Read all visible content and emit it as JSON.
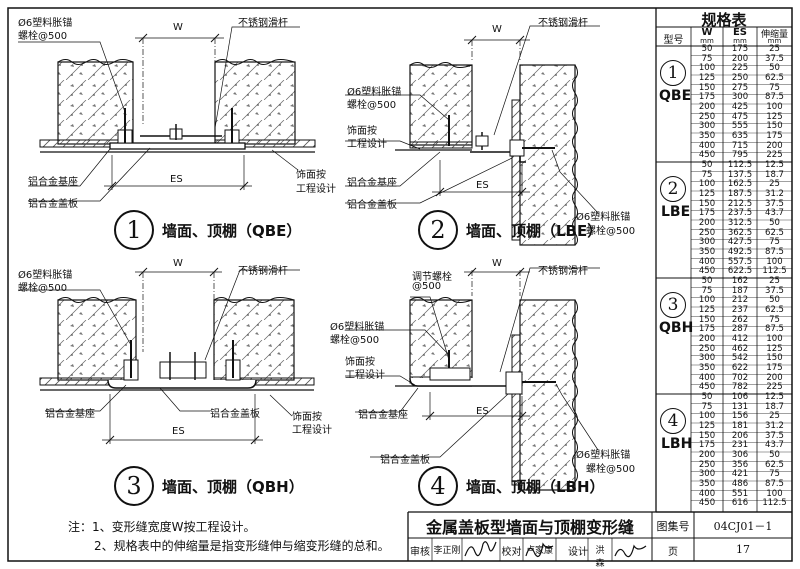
{
  "table": {
    "title": "规格表",
    "headers": {
      "type": "型号",
      "w": "W",
      "w_unit": "mm",
      "es": "ES",
      "es_unit": "mm",
      "stretch": "伸缩量",
      "stretch_unit": "mm"
    },
    "groups": [
      {
        "num": "1",
        "code": "QBE",
        "rows": [
          [
            "50",
            "175",
            "25"
          ],
          [
            "75",
            "200",
            "37.5"
          ],
          [
            "100",
            "225",
            "50"
          ],
          [
            "125",
            "250",
            "62.5"
          ],
          [
            "150",
            "275",
            "75"
          ],
          [
            "175",
            "300",
            "87.5"
          ],
          [
            "200",
            "425",
            "100"
          ],
          [
            "250",
            "475",
            "125"
          ],
          [
            "300",
            "555",
            "150"
          ],
          [
            "350",
            "635",
            "175"
          ],
          [
            "400",
            "715",
            "200"
          ],
          [
            "450",
            "795",
            "225"
          ]
        ]
      },
      {
        "num": "2",
        "code": "LBE",
        "rows": [
          [
            "50",
            "112.5",
            "12.5"
          ],
          [
            "75",
            "137.5",
            "18.7"
          ],
          [
            "100",
            "162.5",
            "25"
          ],
          [
            "125",
            "187.5",
            "31.2"
          ],
          [
            "150",
            "212.5",
            "37.5"
          ],
          [
            "175",
            "237.5",
            "43.7"
          ],
          [
            "200",
            "312.5",
            "50"
          ],
          [
            "250",
            "362.5",
            "62.5"
          ],
          [
            "300",
            "427.5",
            "75"
          ],
          [
            "350",
            "492.5",
            "87.5"
          ],
          [
            "400",
            "557.5",
            "100"
          ],
          [
            "450",
            "622.5",
            "112.5"
          ]
        ]
      },
      {
        "num": "3",
        "code": "QBH",
        "rows": [
          [
            "50",
            "162",
            "25"
          ],
          [
            "75",
            "187",
            "37.5"
          ],
          [
            "100",
            "212",
            "50"
          ],
          [
            "125",
            "237",
            "62.5"
          ],
          [
            "150",
            "262",
            "75"
          ],
          [
            "175",
            "287",
            "87.5"
          ],
          [
            "200",
            "412",
            "100"
          ],
          [
            "250",
            "462",
            "125"
          ],
          [
            "300",
            "542",
            "150"
          ],
          [
            "350",
            "622",
            "175"
          ],
          [
            "400",
            "702",
            "200"
          ],
          [
            "450",
            "782",
            "225"
          ]
        ]
      },
      {
        "num": "4",
        "code": "LBH",
        "rows": [
          [
            "50",
            "106",
            "12.5"
          ],
          [
            "75",
            "131",
            "18.7"
          ],
          [
            "100",
            "156",
            "25"
          ],
          [
            "125",
            "181",
            "31.2"
          ],
          [
            "150",
            "206",
            "37.5"
          ],
          [
            "175",
            "231",
            "43.7"
          ],
          [
            "200",
            "306",
            "50"
          ],
          [
            "250",
            "356",
            "62.5"
          ],
          [
            "300",
            "421",
            "75"
          ],
          [
            "350",
            "486",
            "87.5"
          ],
          [
            "400",
            "551",
            "100"
          ],
          [
            "450",
            "616",
            "112.5"
          ]
        ]
      }
    ]
  },
  "panels": [
    {
      "num": "1",
      "title": "墙面、顶棚（QBE）"
    },
    {
      "num": "2",
      "title": "墙面、顶棚（LBE）"
    },
    {
      "num": "3",
      "title": "墙面、顶棚（QBH）"
    },
    {
      "num": "4",
      "title": "墙面、顶棚（LBH）"
    }
  ],
  "labels": {
    "p1_anchor_1": "Ø6塑料胀锚",
    "p1_anchor_2": "螺栓@500",
    "p1_w": "W",
    "p1_rod": "不锈钢滑杆",
    "p1_base": "铝合金基座",
    "p1_cover": "铝合金盖板",
    "p1_es": "ES",
    "p1_finish_1": "饰面按",
    "p1_finish_2": "工程设计",
    "p2_w": "W",
    "p2_rod": "不锈钢滑杆",
    "p2_anchor_1": "Ø6塑料胀锚",
    "p2_anchor_2": "螺栓@500",
    "p2_finish_1": "饰面按",
    "p2_finish_2": "工程设计",
    "p2_base": "铝合金基座",
    "p2_es": "ES",
    "p2_cover": "铝合金盖板",
    "p2_anchor2_1": "Ø6塑料胀锚",
    "p2_anchor2_2": "螺栓@500",
    "p3_anchor_1": "Ø6塑料胀锚",
    "p3_anchor_2": "螺栓@500",
    "p3_w": "W",
    "p3_rod": "不锈钢滑杆",
    "p3_base": "铝合金基座",
    "p3_cover": "铝合金盖板",
    "p3_finish_1": "饰面按",
    "p3_finish_2": "工程设计",
    "p3_es": "ES",
    "p4_adj_1": "调节螺栓",
    "p4_adj_2": "@500",
    "p4_w": "W",
    "p4_rod": "不锈钢滑杆",
    "p4_anchor_1": "Ø6塑料胀锚",
    "p4_anchor_2": "螺栓@500",
    "p4_finish_1": "饰面按",
    "p4_finish_2": "工程设计",
    "p4_base": "铝合金基座",
    "p4_es": "ES",
    "p4_cover": "铝合金盖板",
    "p4_anchor2_1": "Ø6塑料胀锚",
    "p4_anchor2_2": "螺栓@500"
  },
  "notes": {
    "line1": "注：1、变形缝宽度W按工程设计。",
    "line2": "2、规格表中的伸缩量是指变形缝伸与缩变形缝的总和。"
  },
  "title_block": {
    "title": "金属盖板型墙面与顶棚变形缝",
    "atlas_label": "图集号",
    "atlas_no": "04CJ01－1",
    "review_label": "审核",
    "reviewer": "李正刚",
    "check_label": "校对",
    "checker": "卢家康",
    "design_label": "设计",
    "designer": "洪　森",
    "page_label": "页",
    "page_no": "17"
  }
}
